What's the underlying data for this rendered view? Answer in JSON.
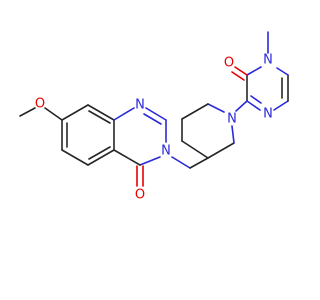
{
  "molecule": {
    "atoms": {
      "n_quinazoline_1": "N",
      "n_quinazoline_3": "N",
      "o_carbonyl_quinazolinone": "O",
      "o_methoxy": "O",
      "n_piperidine": "N",
      "o_carbonyl_pyrazinone": "O",
      "n_pyrazinone_methyl": "N",
      "n_pyrazinone_4": "N"
    },
    "colors": {
      "carbon_bond": "#262626",
      "nitrogen": "#2a2ad8",
      "oxygen": "#e60000",
      "background": "#ffffff"
    }
  }
}
